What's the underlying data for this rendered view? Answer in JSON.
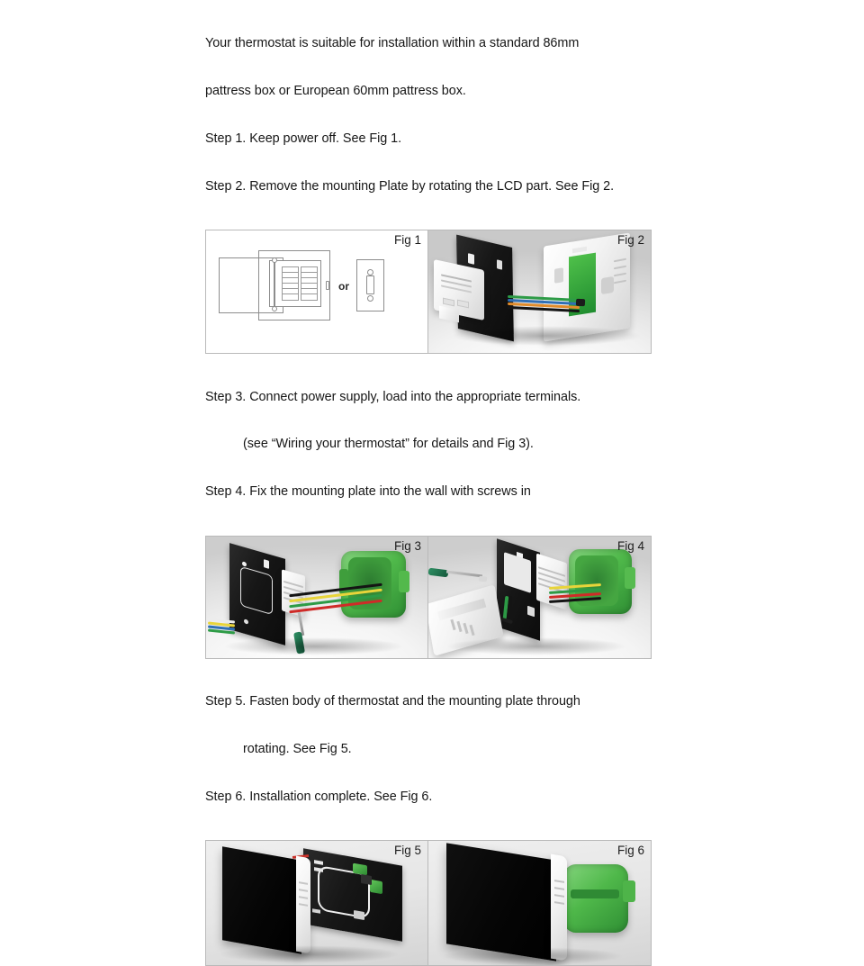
{
  "document": {
    "intro": [
      "Your thermostat is suitable for installation within a standard 86mm",
      "pattress box or European 60mm pattress box."
    ],
    "steps_block_1": [
      "Step 1. Keep power off. See Fig 1.",
      "Step 2. Remove the mounting Plate by rotating the LCD part. See Fig 2."
    ],
    "steps_block_2": [
      "Step 3. Connect power supply, load into the appropriate terminals.",
      "(see “Wiring your thermostat” for details and Fig 3).",
      "Step 4. Fix the mounting plate into the wall with screws in"
    ],
    "steps_block_3": [
      "Step 5. Fasten body of thermostat and the mounting plate through",
      "rotating. See Fig 5.",
      "Step 6. Installation complete. See Fig 6."
    ]
  },
  "figures": [
    {
      "id": "fig1",
      "label": "Fig 1",
      "caption_ref": "Step 1",
      "kind": "line-drawing",
      "description": "Electrical breaker panel with hinged door, beside an alternative toggle switch wall plate",
      "or_label": "or"
    },
    {
      "id": "fig2",
      "label": "Fig 2",
      "caption_ref": "Step 2",
      "kind": "3d-render",
      "description": "Thermostat LCD body separated from black mounting plate, ribbon of coloured wires between them"
    },
    {
      "id": "fig3",
      "label": "Fig 3",
      "caption_ref": "Step 3",
      "kind": "3d-render",
      "description": "Black mounting plate wired to a green pattress box, green handled screwdriver below"
    },
    {
      "id": "fig4",
      "label": "Fig 4",
      "caption_ref": "Step 4",
      "kind": "3d-render",
      "description": "Screwdriver fixing black mounting plate to green pattress box, white thermostat body tilted at lower left"
    },
    {
      "id": "fig5",
      "label": "Fig 5",
      "caption_ref": "Step 5",
      "kind": "3d-render",
      "description": "Black LCD thermostat body rotating onto the black mounting plate with white alignment outline"
    },
    {
      "id": "fig6",
      "label": "Fig 6",
      "caption_ref": "Step 6",
      "kind": "3d-render",
      "description": "Completed installation, black thermostat face with white bezel over green pattress box"
    }
  ],
  "colors": {
    "page_background": "#ffffff",
    "text": "#161616",
    "panel_border": "#b9b9b9",
    "line_art": "#8d8d8d",
    "wire_green": "#2d9b46",
    "wire_yellow": "#e8d43a",
    "wire_red": "#cf2b28",
    "wire_black": "#141414",
    "box_green": "#4fb84a",
    "lcd_black": "#0a0a0a"
  }
}
